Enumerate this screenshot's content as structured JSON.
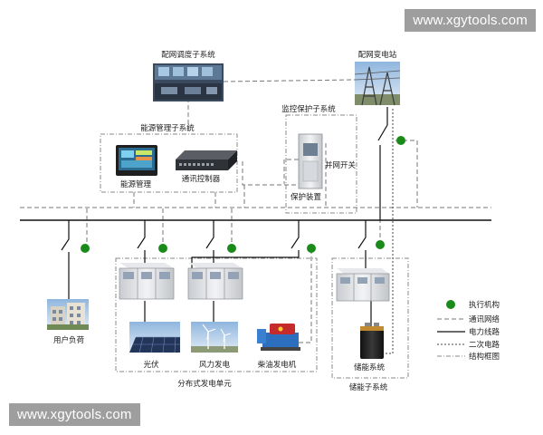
{
  "watermark_top": "www.xgytools.com",
  "watermark_bottom": "www.xgytools.com",
  "nodes": {
    "dispatch": "配网调度子系统",
    "substation": "配网变电站",
    "energy_mgmt_group": "能源管理子系统",
    "energy_mgmt": "能源管理",
    "comm_controller": "通讯控制器",
    "monitor_protect": "监控保护子系统",
    "grid_switch": "并网开关",
    "protection": "保护装置",
    "user_load": "用户负荷",
    "pv": "光伏",
    "wind": "风力发电",
    "diesel": "柴油发电机",
    "storage": "储能系统",
    "distributed_unit": "分布式发电单元",
    "storage_subsystem": "储能子系统"
  },
  "legend": {
    "actuator": "执行机构",
    "comm": "通讯网络",
    "power": "电力线路",
    "secondary": "二次电路",
    "frame": "结构框图"
  },
  "colors": {
    "actuator": "#1a8a1a",
    "line": "#111111",
    "dash": "#777777",
    "frame": "#888888"
  },
  "icons": [
    "control-room-photo",
    "substation-photo",
    "monitor-panel",
    "network-switch",
    "cabinet",
    "building-photo",
    "solar-panel-photo",
    "wind-turbine-photo",
    "diesel-generator-photo",
    "battery"
  ]
}
